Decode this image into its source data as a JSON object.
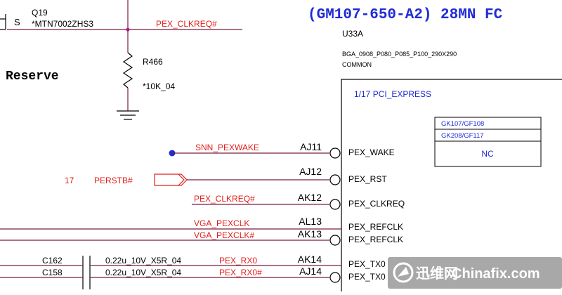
{
  "colors": {
    "wire": "#7a1f3d",
    "net": "#e0201c",
    "node": "#1f2bd6",
    "text": "#000000",
    "junction": "#c01a9c",
    "watermark_text": "#ffffff"
  },
  "title": "(GM107-650-A2) 28MN FC",
  "reserve_label": "Reserve",
  "transistor": {
    "pin": "S",
    "ref": "Q19",
    "value": "*MTN7002ZHS3"
  },
  "top_net": "PEX_CLKREQ#",
  "resistor": {
    "ref": "R466",
    "value": "*10K_04",
    "icon": "resistor-zigzag-icon"
  },
  "ground_icon": "ground-icon",
  "ic": {
    "ref": "U33A",
    "package": "BGA_0908_P080_P085_P100_290X290",
    "common": "COMMON",
    "section": "1/17 PCI_EXPRESS",
    "table": {
      "header_1": "GK107/GF108",
      "header_2": "GK208/GF117",
      "value": "NC"
    }
  },
  "pins": [
    {
      "ball": "AJ11",
      "name": "PEX_WAKE",
      "net": "SNN_PEXWAKE"
    },
    {
      "ball": "AJ12",
      "name": "PEX_RST",
      "net": "PERSTB#",
      "sheet": "17"
    },
    {
      "ball": "AK12",
      "name": "PEX_CLKREQ",
      "net": "PEX_CLKREQ#"
    },
    {
      "ball": "AL13",
      "name": "PEX_REFCLK",
      "net": "VGA_PEXCLK"
    },
    {
      "ball": "AK13",
      "name": "PEX_REFCLK",
      "net": "VGA_PEXCLK#"
    },
    {
      "ball": "AK14",
      "name": "PEX_TX0",
      "net": "PEX_RX0"
    },
    {
      "ball": "AJ14",
      "name": "PEX_TX0",
      "net": "PEX_RX0#"
    }
  ],
  "capacitors": [
    {
      "ref": "C162",
      "value": "0.22u_10V_X5R_04"
    },
    {
      "ref": "C158",
      "value": "0.22u_10V_X5R_04"
    }
  ],
  "watermark": {
    "cn": "迅维网",
    "en": "Chinafix.com",
    "icon": "chinafix-logo-icon"
  }
}
